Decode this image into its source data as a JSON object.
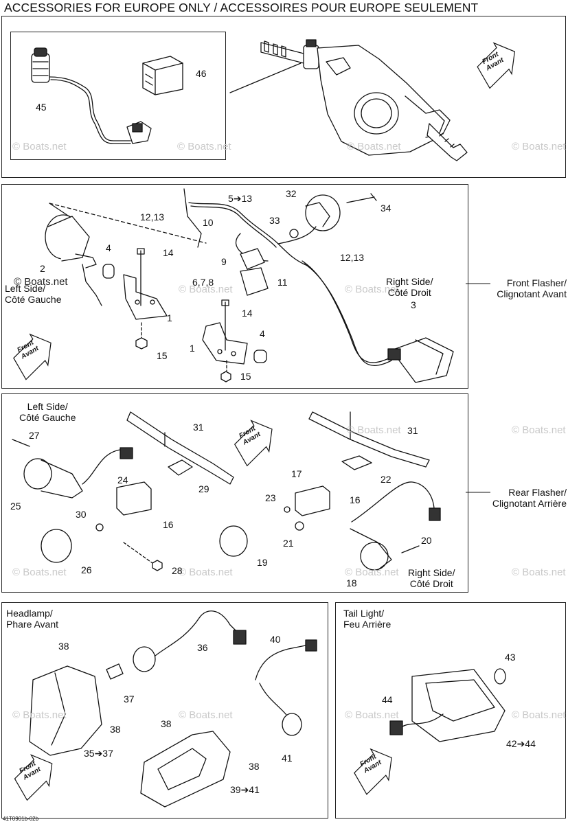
{
  "title": "ACCESSORIES FOR EUROPE ONLY / ACCESSOIRES POUR EUROPE SEULEMENT",
  "watermark": "© Boats.net",
  "drawing_code": "41T0901b-02b",
  "front_arrow": {
    "line1": "Front",
    "line2": "Avant"
  },
  "panel1": {
    "labels": [
      "45",
      "46"
    ]
  },
  "panel2": {
    "labels": [
      "2",
      "4",
      "14",
      "1",
      "15",
      "12,13",
      "5➔13",
      "10",
      "32",
      "34",
      "33",
      "9",
      "6,7,8",
      "11",
      "12,13",
      "14",
      "4",
      "1",
      "15",
      "3"
    ],
    "left_side": [
      "Left Side/",
      "Côté Gauche"
    ],
    "right_side": [
      "Right Side/",
      "Côté Droit"
    ],
    "callout": [
      "Front Flasher/",
      "Clignotant Avant"
    ]
  },
  "panel3": {
    "labels": [
      "27",
      "31",
      "25",
      "24",
      "29",
      "30",
      "16",
      "26",
      "28",
      "17",
      "31",
      "22",
      "23",
      "16",
      "21",
      "19",
      "20",
      "18"
    ],
    "left_side": [
      "Left Side/",
      "Côté Gauche"
    ],
    "right_side": [
      "Right Side/",
      "Côté Droit"
    ],
    "callout": [
      "Rear Flasher/",
      "Clignotant Arrière"
    ]
  },
  "panel4": {
    "heading": [
      "Headlamp/",
      "Phare Avant"
    ],
    "labels": [
      "38",
      "36",
      "40",
      "37",
      "38",
      "38",
      "35➔37",
      "41",
      "38",
      "39➔41"
    ]
  },
  "panel5": {
    "heading": [
      "Tail Light/",
      "Feu Arrière"
    ],
    "labels": [
      "43",
      "44",
      "42➔44"
    ]
  }
}
